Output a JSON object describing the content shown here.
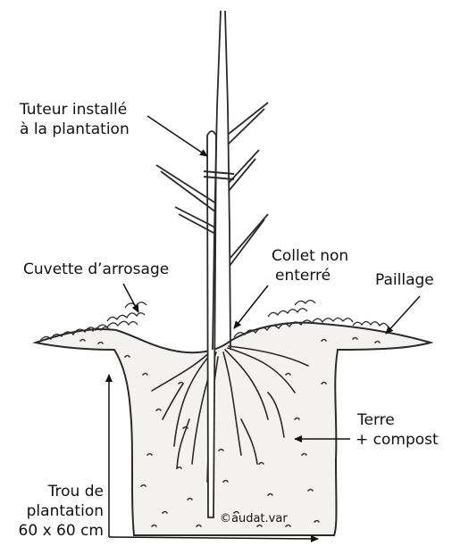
{
  "labels": {
    "tuteur": [
      "Tuteur installé",
      "à la plantation"
    ],
    "collet": [
      "Collet non",
      "enterré"
    ],
    "cuvette": "Cuvette d’arrosage",
    "paillage": "Paillage",
    "terre": [
      "Terre",
      "+ compost"
    ],
    "trou": [
      "Trou de",
      "plantation",
      "60 x 60 cm"
    ]
  },
  "credit": "©audat.var",
  "colors": {
    "ink": "#2a2a2a",
    "soil": "#f4f2ee"
  }
}
